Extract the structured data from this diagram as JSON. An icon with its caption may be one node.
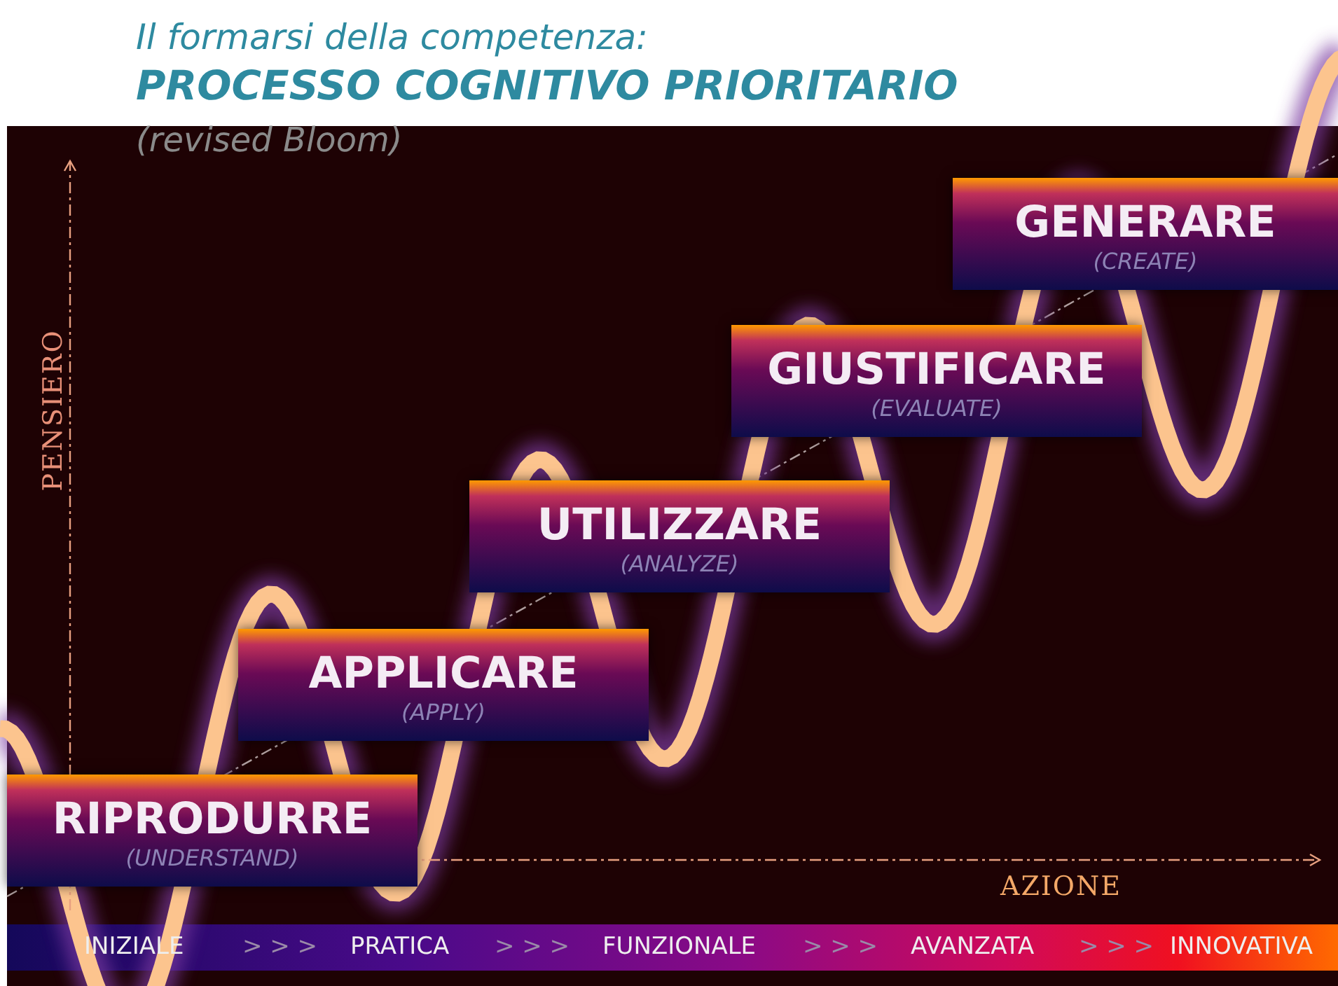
{
  "diagram": {
    "title": "Il formarsi della competenza:",
    "nodes": [
      {
        "text": [
          "RIPRODURRE",
          "(UNDERSTAND)"
        ]
      },
      {
        "text": [
          "APPLICARE",
          "(APPLY)"
        ]
      },
      {
        "text": [
          "UTILIZZARE",
          "(ANALYZE)"
        ]
      },
      {
        "text": [
          "GIUSTIFICARE",
          "(EVALUATE)"
        ]
      },
      {
        "text": [
          "GENERARE",
          "(CREATE)"
        ]
      }
    ],
    "edges": [],
    "labels": [
      "PROCESSO COGNITIVO PRIORITARIO",
      "(revised Bloom)",
      "PENSIERO",
      "AZIONE",
      "INIZIALE",
      "> > >",
      "PRATICA",
      "> > >",
      "FUNZIONALE",
      "> > >",
      "AVANZATA",
      "> > >",
      "INNOVATIVA"
    ]
  }
}
